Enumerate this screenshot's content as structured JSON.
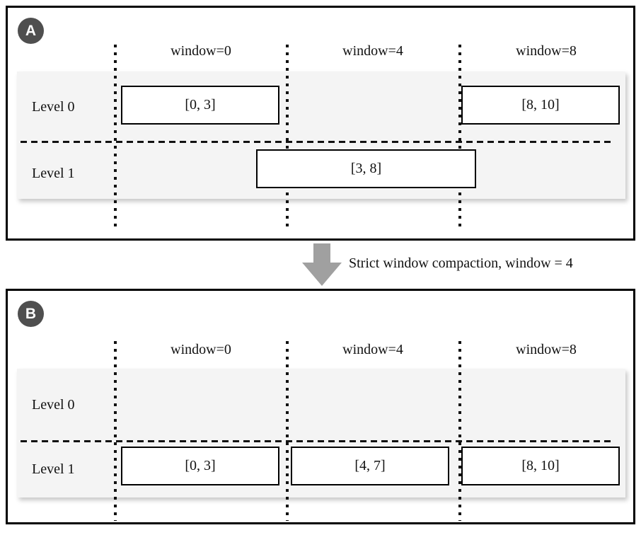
{
  "panel_a": {
    "badge": "A",
    "window_labels": [
      "window=0",
      "window=4",
      "window=8"
    ],
    "row_labels": [
      "Level 0",
      "Level 1"
    ],
    "boxes": [
      {
        "level": "Level 0",
        "window": "window=0",
        "label": "[0, 3]"
      },
      {
        "level": "Level 0",
        "window": "window=8",
        "label": "[8, 10]"
      },
      {
        "level": "Level 1",
        "window": "spans window=0 to window=8",
        "label": "[3, 8]"
      }
    ]
  },
  "transition": {
    "label": "Strict window compaction, window = 4",
    "arrow_icon": "down-arrow"
  },
  "panel_b": {
    "badge": "B",
    "window_labels": [
      "window=0",
      "window=4",
      "window=8"
    ],
    "row_labels": [
      "Level 0",
      "Level 1"
    ],
    "boxes": [
      {
        "level": "Level 1",
        "window": "window=0",
        "label": "[0, 3]"
      },
      {
        "level": "Level 1",
        "window": "window=4",
        "label": "[4, 7]"
      },
      {
        "level": "Level 1",
        "window": "window=8",
        "label": "[8, 10]"
      }
    ]
  },
  "colors": {
    "panel_border": "#000000",
    "badge_background": "#4f4f4f",
    "badge_text": "#ffffff",
    "row_band_background": "#f4f4f4",
    "arrow": "#a0a0a0",
    "text": "#111111",
    "box_background": "#ffffff"
  }
}
